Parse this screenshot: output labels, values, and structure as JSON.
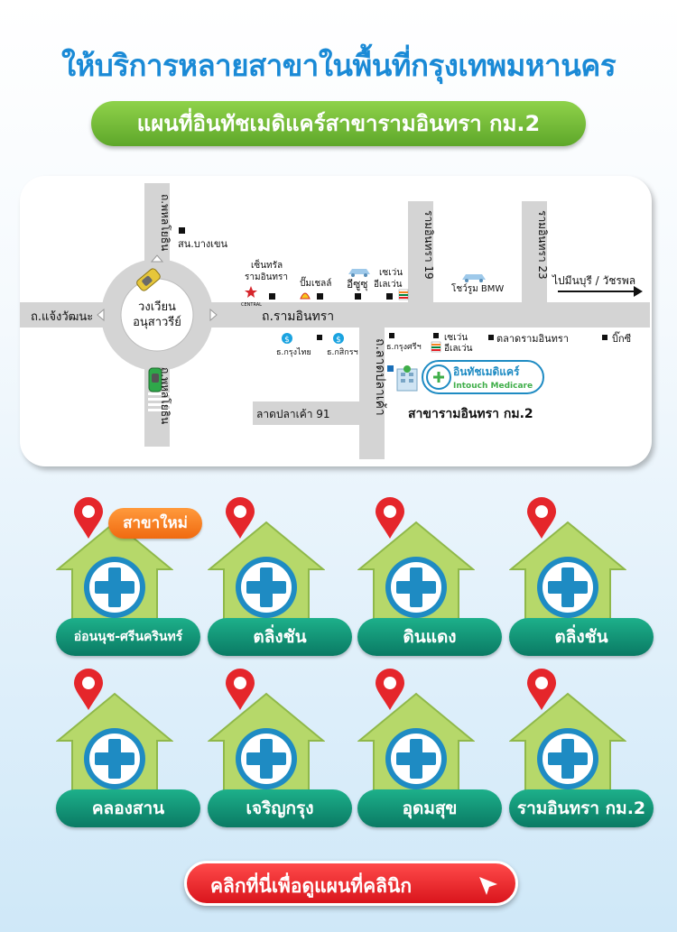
{
  "header": {
    "title": "ให้บริการหลายสาขาในพื้นที่กรุงเทพมหานคร",
    "subtitle": "แผนที่อินทัชเมดิแคร์สาขารามอินทรา กม.2"
  },
  "map": {
    "roads": {
      "main_road": "ถ.รามอินทรา",
      "left_road": "ถ.แจ้งวัฒนะ",
      "north_road": "ถ.พหลโยธิน",
      "south_road": "ถ.พหลโยธิน",
      "lat_pla_khao": "ถ.ลาดปลาเค้า",
      "lat_pla_khao_91": "ลาดปลาเค้า 91",
      "ram_19": "รามอินทรา 19",
      "ram_23": "รามอินทรา 23"
    },
    "circle_line1": "วงเวียน",
    "circle_line2": "อนุสาวรีย์",
    "direction": "ไปมีนบุรี / วัชรพล",
    "landmarks": {
      "bang_khen": "สน.บางเขน",
      "central_1": "เซ็นทรัล",
      "central_2": "รามอินทรา",
      "central_logo": "CENTRAL",
      "shell": "ปั๊มเชลล์",
      "isuzu": "อีซูซุ",
      "seven_a_1": "เซเว่น",
      "seven_a_2": "อีเลเว่น",
      "bmw": "โชว์รูม BMW",
      "bank_krungthai": "ธ.กรุงไทย",
      "bank_kasikorn": "ธ.กสิกรฯ",
      "krungsri": "ธ.กรุงศรีฯ",
      "seven_b_1": "เซเว่น",
      "seven_b_2": "อีเลเว่น",
      "market": "ตลาดรามอินทรา",
      "big_c": "บิ๊กซี",
      "branch": "สาขารามอินทรา กม.2"
    },
    "logo": {
      "thai": "อินทัชเมดิแคร์",
      "english": "Intouch Medicare"
    }
  },
  "branches": [
    {
      "label": "อ่อนนุช-ศรีนครินทร์",
      "badge": "สาขาใหม่"
    },
    {
      "label": "ตลิ่งชัน"
    },
    {
      "label": "ดินแดง"
    },
    {
      "label": "ตลิ่งชัน"
    },
    {
      "label": "คลองสาน"
    },
    {
      "label": "เจริญกรุง"
    },
    {
      "label": "อุดมสุข"
    },
    {
      "label": "รามอินทรา กม.2"
    }
  ],
  "cta": {
    "label": "คลิกที่นี่เพื่อดูแผนที่คลินิก"
  },
  "colors": {
    "title_blue": "#1a8ad6",
    "green_pill": "#6bb431",
    "teal_pill": "#0e8c70",
    "house_green": "#b6d86a",
    "cross_blue": "#1e8bc3",
    "pin_red": "#e5262b",
    "badge_orange": "#f47920",
    "cta_red": "#e51c23"
  }
}
